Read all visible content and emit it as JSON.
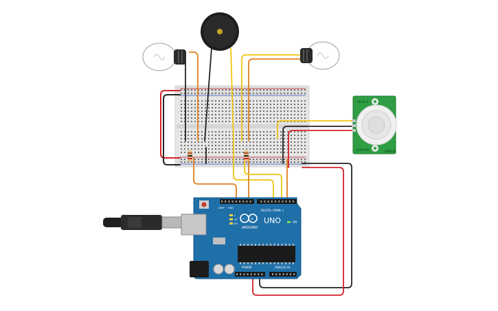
{
  "board": {
    "brand": "ARDUINO",
    "model": "UNO",
    "digital_label": "DIGITAL (PWM~)",
    "power_label": "POWER",
    "analog_label": "ANALOG IN",
    "on_label": "ON",
    "tx_label": "TX",
    "rx_label": "RX",
    "l_label": "L",
    "aref_label": "AREF",
    "gnd_label": "GND"
  },
  "pir": {
    "top_label": "SR-HC-3",
    "bottom_label": "HCSR-501",
    "side_label": "SENSOR"
  },
  "colors": {
    "wire_red": "#d3232b",
    "wire_black": "#222222",
    "wire_orange": "#e0801e",
    "wire_yellow": "#f2c40f",
    "board_blue": "#1f6fa8",
    "pir_green": "#2f9e43",
    "breadboard": "#e6e6e6"
  }
}
